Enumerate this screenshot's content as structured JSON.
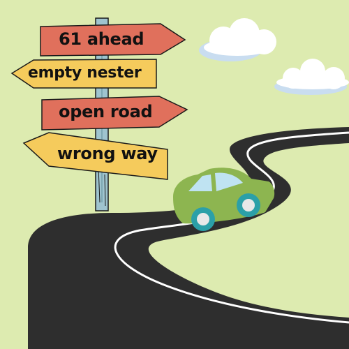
{
  "signs": [
    {
      "text": "61 ahead",
      "color": "#E0705C",
      "direction": "right"
    },
    {
      "text": "empty nester",
      "color": "#F5CB5C",
      "direction": "left"
    },
    {
      "text": "open road",
      "color": "#E0705C",
      "direction": "right"
    },
    {
      "text": "wrong way",
      "color": "#F5CB5C",
      "direction": "left"
    }
  ],
  "colors": {
    "background": "#DDEBB0",
    "road": "#2E2E2E",
    "road_line": "#FFFFFF",
    "post": "#9FC4CF",
    "car_body": "#8DB550",
    "car_window": "#BFE3F2",
    "wheel": "#2BA0A8",
    "cloud": "#FFFFFF",
    "cloud_shade": "#C9DDF0"
  },
  "icons": [
    "signpost-icon",
    "car-icon",
    "cloud-icon",
    "road-icon"
  ]
}
